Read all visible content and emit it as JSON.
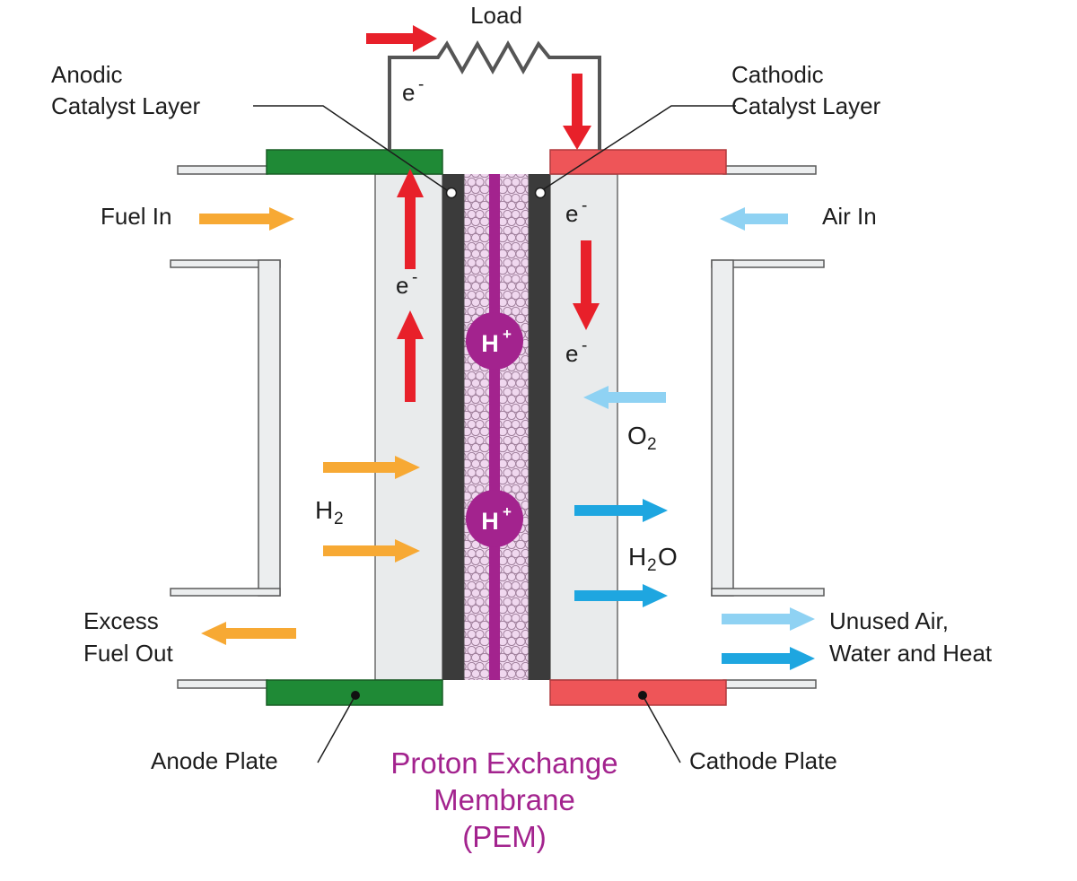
{
  "labels": {
    "load": "Load",
    "anodic_line1": "Anodic",
    "anodic_line2": "Catalyst Layer",
    "cathodic_line1": "Cathodic",
    "cathodic_line2": "Catalyst Layer",
    "electron": "e",
    "electron_sup": "-",
    "fuel_in": "Fuel In",
    "air_in": "Air In",
    "h2_main": "H",
    "h2_sub": "2",
    "o2_main": "O",
    "o2_sub": "2",
    "h2o_h": "H",
    "h2o_sub": "2",
    "h2o_o": "O",
    "proton_main": "H",
    "proton_sup": "+",
    "excess_line1": "Excess",
    "excess_line2": "Fuel Out",
    "unused_line1": "Unused Air,",
    "unused_line2": "Water and Heat",
    "anode_plate": "Anode Plate",
    "cathode_plate": "Cathode Plate",
    "pem_line1": "Proton Exchange",
    "pem_line2": "Membrane",
    "pem_line3": "(PEM)"
  },
  "colors": {
    "anode_plate": "#1f8a36",
    "cathode_plate": "#ee5558",
    "electron_arrow": "#e8202a",
    "fuel_arrow": "#f7a934",
    "air_arrow": "#8fd2f3",
    "water_arrow": "#1ea6e0",
    "membrane": "#a3238e",
    "catalyst": "#3b3b3b",
    "diffusion_layer": "#e9ebec"
  }
}
